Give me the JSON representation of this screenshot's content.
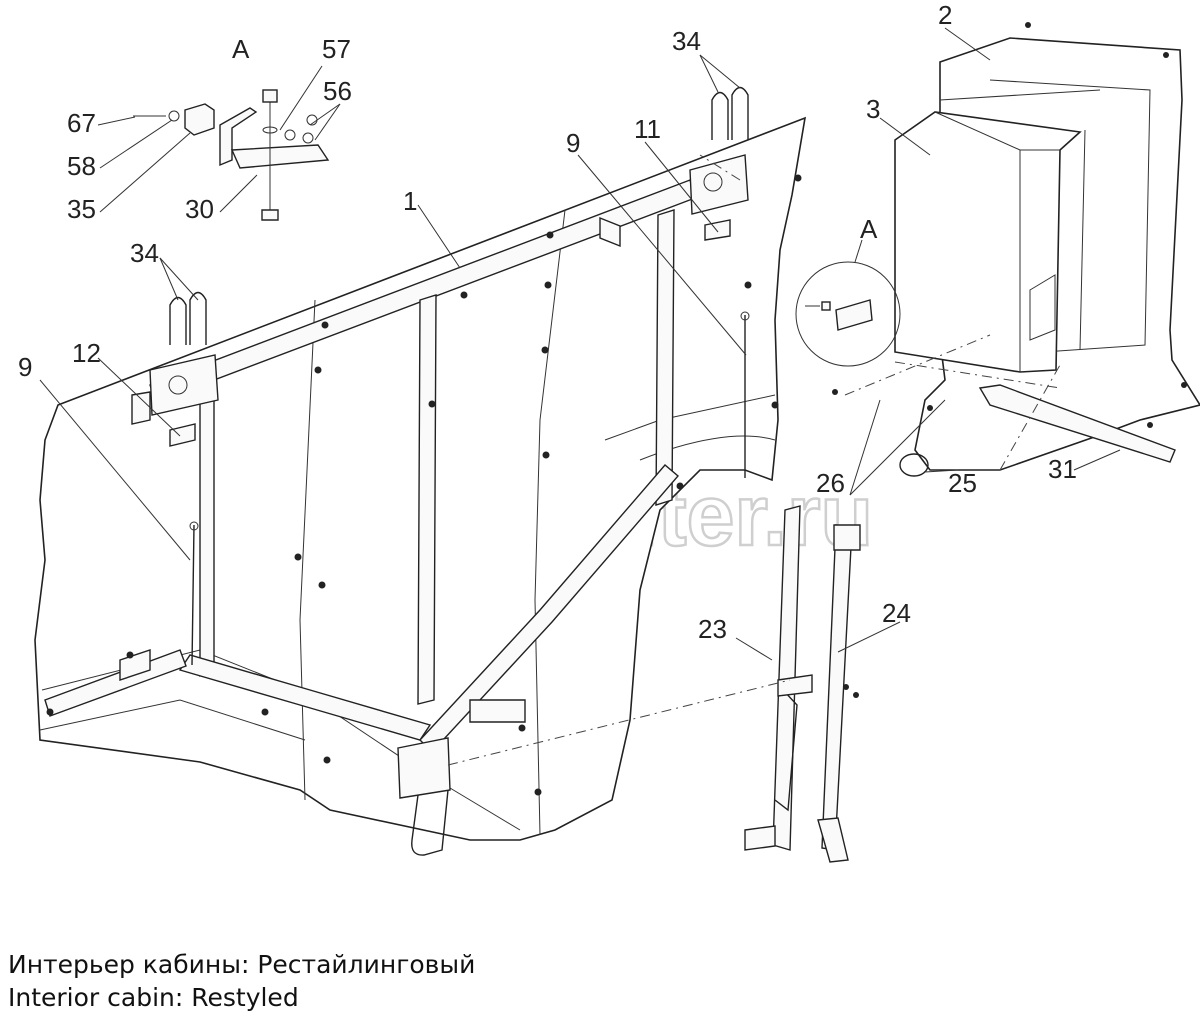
{
  "diagram": {
    "labels": {
      "view_a_top": "A",
      "view_a_callout": "A",
      "p1": "1",
      "p2": "2",
      "p3": "3",
      "p9_left": "9",
      "p9_right": "9",
      "p11": "11",
      "p12": "12",
      "p23": "23",
      "p24": "24",
      "p25": "25",
      "p26": "26",
      "p30": "30",
      "p31": "31",
      "p34_left": "34",
      "p34_right": "34",
      "p35": "35",
      "p56": "56",
      "p57": "57",
      "p58": "58",
      "p67": "67"
    },
    "watermark": "autopiter.ru"
  },
  "caption": {
    "line_ru": "Интерьер кабины: Рестайлинговый",
    "line_en": "Interior cabin: Restyled"
  }
}
